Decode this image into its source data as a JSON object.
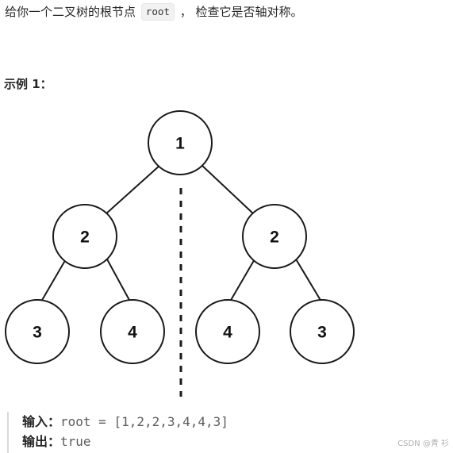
{
  "intro": {
    "before": "给你一个二叉树的根节点",
    "code": "root",
    "after": "， 检查它是否轴对称。"
  },
  "example": {
    "title": "示例 1："
  },
  "tree": {
    "root": "1",
    "left": "2",
    "right": "2",
    "left_left": "3",
    "left_right": "4",
    "right_left": "4",
    "right_right": "3"
  },
  "io": {
    "input_label": "输入：",
    "input_value": "root = [1,2,2,3,4,4,3]",
    "output_label": "输出：",
    "output_value": "true"
  },
  "watermark": "CSDN @青 衫"
}
